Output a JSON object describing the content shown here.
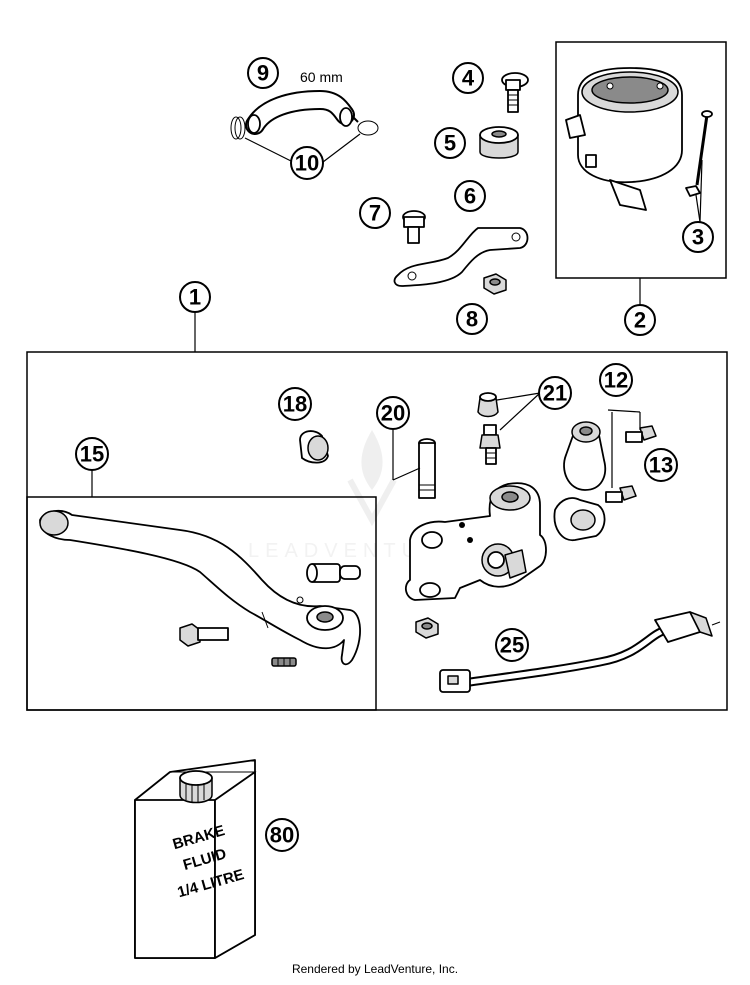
{
  "callouts": [
    {
      "id": "c1",
      "text": "1"
    },
    {
      "id": "c2",
      "text": "2"
    },
    {
      "id": "c3",
      "text": "3"
    },
    {
      "id": "c4",
      "text": "4"
    },
    {
      "id": "c5",
      "text": "5"
    },
    {
      "id": "c6",
      "text": "6"
    },
    {
      "id": "c7",
      "text": "7"
    },
    {
      "id": "c8",
      "text": "8"
    },
    {
      "id": "c9",
      "text": "9"
    },
    {
      "id": "c10",
      "text": "10"
    },
    {
      "id": "c12",
      "text": "12"
    },
    {
      "id": "c13",
      "text": "13"
    },
    {
      "id": "c15",
      "text": "15"
    },
    {
      "id": "c18",
      "text": "18"
    },
    {
      "id": "c20",
      "text": "20"
    },
    {
      "id": "c21",
      "text": "21"
    },
    {
      "id": "c25",
      "text": "25"
    },
    {
      "id": "c80",
      "text": "80"
    }
  ],
  "hose_length_label": "60 mm",
  "bottle_label": [
    "BRAKE",
    "FLUID",
    "1/4 LITRE"
  ],
  "watermark_text": "LEADVENTURE",
  "footer_text": "Rendered by LeadVenture, Inc."
}
